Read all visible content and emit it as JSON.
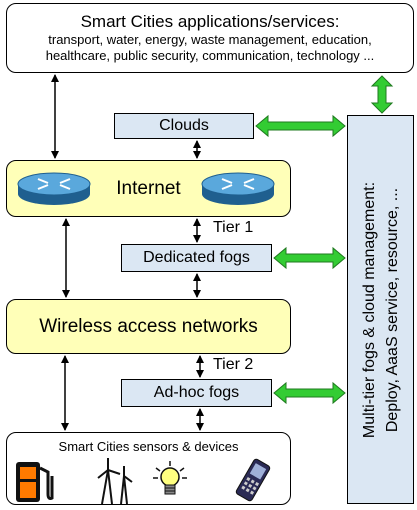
{
  "top": {
    "title": "Smart Cities applications/services:",
    "line1": "transport, water, energy, waste management, education,",
    "line2": "healthcare, public security, communication, technology ..."
  },
  "clouds": "Clouds",
  "internet": "Internet",
  "tier1": "Tier 1",
  "dedicated_fogs": "Dedicated fogs",
  "wireless": "Wireless access networks",
  "tier2": "Tier 2",
  "adhoc_fogs": "Ad-hoc fogs",
  "sensors": {
    "title": "Smart Cities sensors & devices",
    "icons": [
      "fuel-pump-icon",
      "wind-turbine-icon",
      "light-bulb-icon",
      "mobile-phone-icon"
    ]
  },
  "management": {
    "line1": "Multi-tier fogs & cloud management:",
    "line2": "Deploy, AaaS service, resource, ..."
  },
  "colors": {
    "box_blue": "#dbe7f3",
    "box_yellow": "#ffffb8",
    "arrow_green": "#33cc33",
    "router_blue": "#3a8cc4"
  }
}
